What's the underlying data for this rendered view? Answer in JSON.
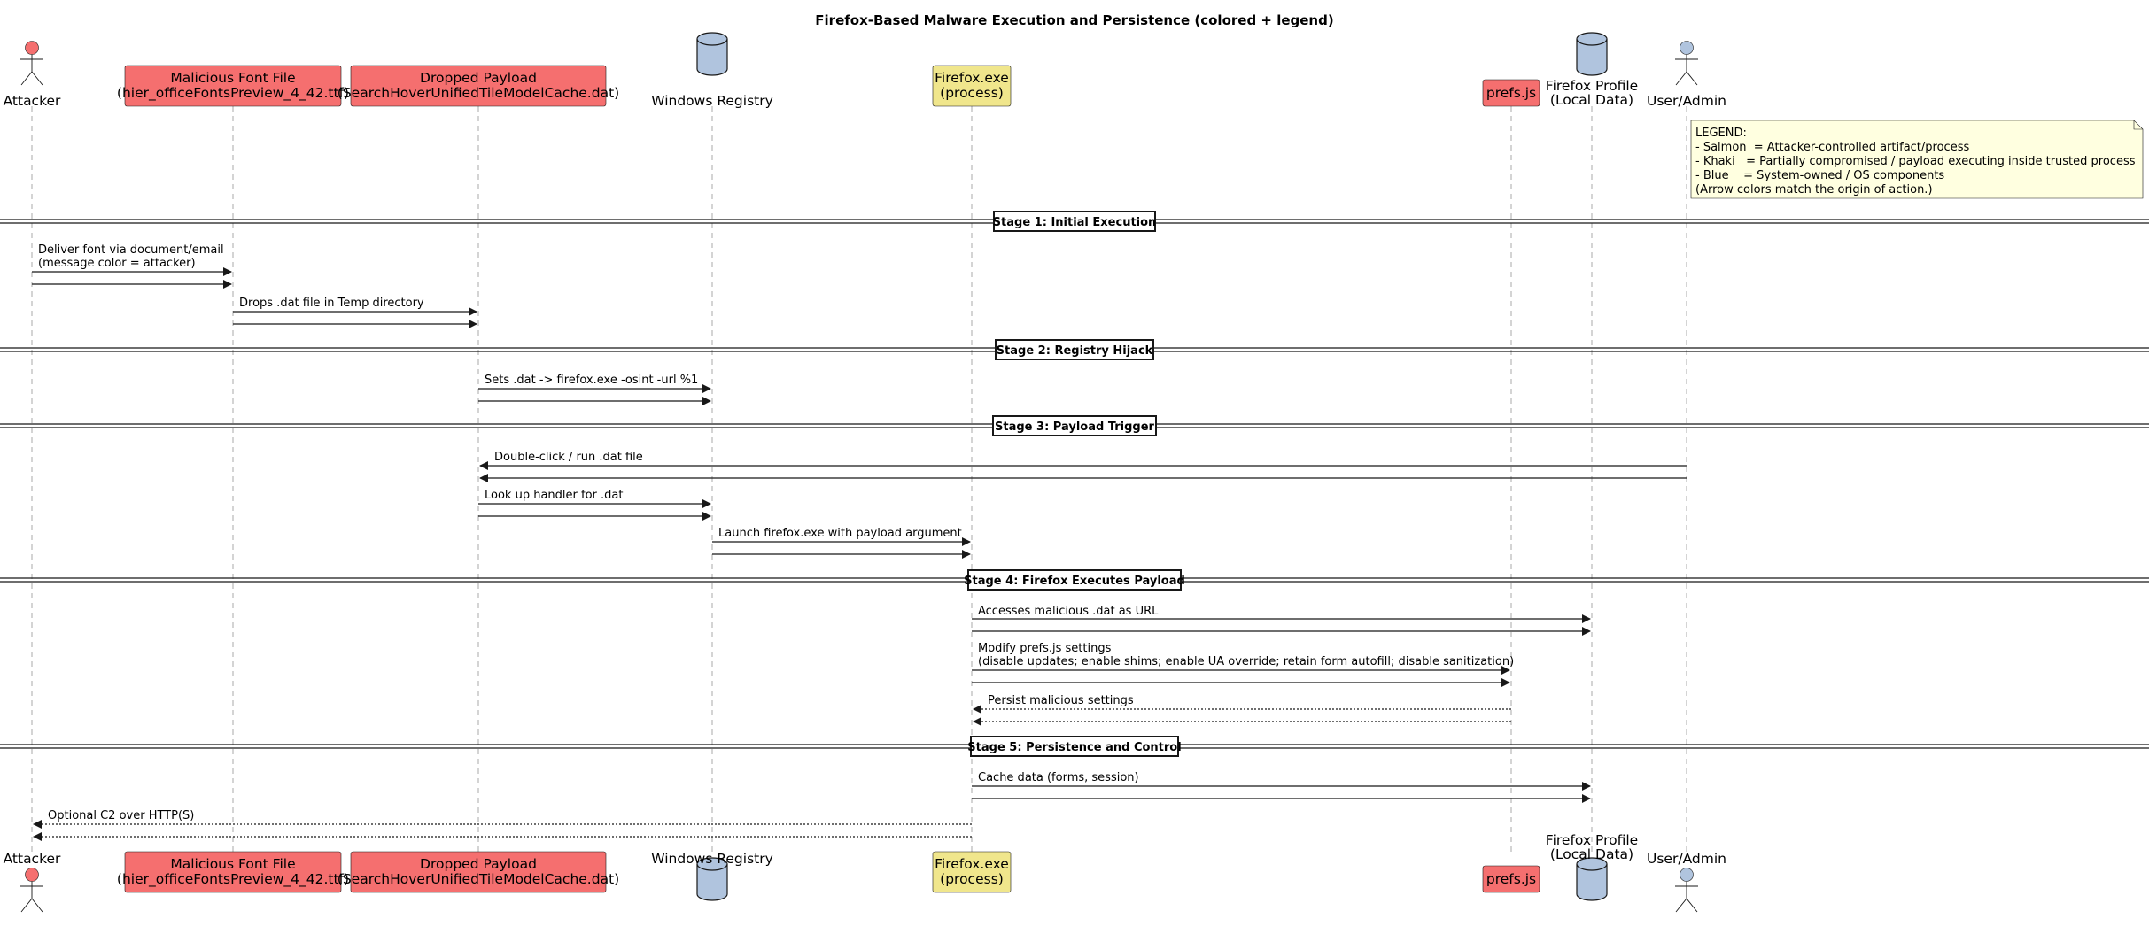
{
  "title": "Firefox-Based Malware Execution and Persistence (colored + legend)",
  "colors": {
    "attacker": "#f56f6f",
    "compromised": "#f0e68c",
    "system": "#b0c4de",
    "actor_attacker": "#f56f6f",
    "actor_user": "#b0c4de",
    "note": "#ffffe0"
  },
  "participants": [
    {
      "id": "attacker",
      "kind": "actor",
      "lines": [
        "Attacker"
      ],
      "fill": "#f56f6f"
    },
    {
      "id": "font",
      "kind": "box",
      "lines": [
        "Malicious Font File",
        "(hier_officeFontsPreview_4_42.ttf)"
      ],
      "fill": "#f56f6f"
    },
    {
      "id": "payload",
      "kind": "box",
      "lines": [
        "Dropped Payload",
        "(SearchHoverUnifiedTileModelCache.dat)"
      ],
      "fill": "#f56f6f"
    },
    {
      "id": "registry",
      "kind": "database",
      "lines": [
        "Windows Registry"
      ],
      "fill": "#b0c4de"
    },
    {
      "id": "firefox",
      "kind": "box",
      "lines": [
        "Firefox.exe",
        "(process)"
      ],
      "fill": "#f0e68c"
    },
    {
      "id": "prefs",
      "kind": "box",
      "lines": [
        "prefs.js"
      ],
      "fill": "#f56f6f"
    },
    {
      "id": "profile",
      "kind": "database",
      "lines": [
        "Firefox Profile",
        "(Local Data)"
      ],
      "fill": "#b0c4de"
    },
    {
      "id": "user",
      "kind": "actor",
      "lines": [
        "User/Admin"
      ],
      "fill": "#b0c4de"
    }
  ],
  "legend": [
    "LEGEND:",
    "- Salmon  = Attacker-controlled artifact/process",
    "- Khaki   = Partially compromised / payload executing inside trusted process",
    "- Blue    = System-owned / OS components",
    "(Arrow colors match the origin of action.)"
  ],
  "stages": [
    "Stage 1: Initial Execution",
    "Stage 2: Registry Hijack",
    "Stage 3: Payload Trigger",
    "Stage 4: Firefox Executes Payload",
    "Stage 5: Persistence and Control"
  ],
  "messages": [
    {
      "from": "attacker",
      "to": "font",
      "lines": [
        "Deliver font via document/email",
        "(message color = attacker)"
      ],
      "dashed": false
    },
    {
      "from": "font",
      "to": "payload",
      "lines": [
        "Drops .dat file in Temp directory"
      ],
      "dashed": false
    },
    {
      "from": "payload",
      "to": "registry",
      "lines": [
        "Sets .dat -> firefox.exe -osint -url %1"
      ],
      "dashed": false
    },
    {
      "from": "user",
      "to": "payload",
      "lines": [
        "Double-click / run .dat file"
      ],
      "dashed": false
    },
    {
      "from": "payload",
      "to": "registry",
      "lines": [
        "Look up handler for .dat"
      ],
      "dashed": false
    },
    {
      "from": "registry",
      "to": "firefox",
      "lines": [
        "Launch firefox.exe with payload argument"
      ],
      "dashed": false
    },
    {
      "from": "firefox",
      "to": "profile",
      "lines": [
        "Accesses malicious .dat as URL"
      ],
      "dashed": false
    },
    {
      "from": "firefox",
      "to": "prefs",
      "lines": [
        "Modify prefs.js settings",
        "(disable updates; enable shims; enable UA override; retain form autofill; disable sanitization)"
      ],
      "dashed": false
    },
    {
      "from": "prefs",
      "to": "firefox",
      "lines": [
        "Persist malicious settings"
      ],
      "dashed": true
    },
    {
      "from": "firefox",
      "to": "profile",
      "lines": [
        "Cache data (forms, session)"
      ],
      "dashed": false
    },
    {
      "from": "firefox",
      "to": "attacker",
      "lines": [
        "Optional C2 over HTTP(S)"
      ],
      "dashed": true
    }
  ]
}
